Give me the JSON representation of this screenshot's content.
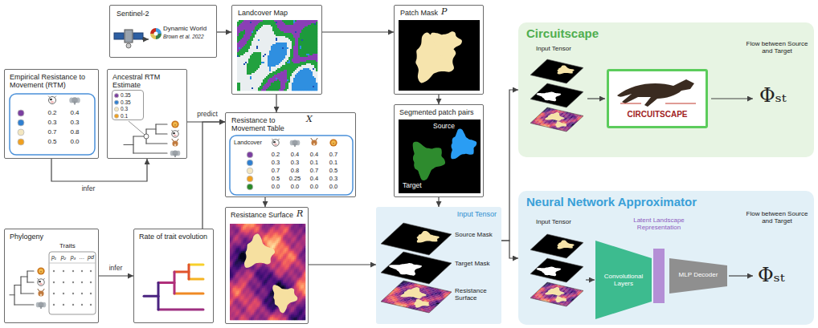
{
  "diagram": {
    "nodes": [
      {
        "text": [
          "Sentinel-2"
        ]
      },
      {
        "text": [
          "Dynamic World",
          "Brown et al. 2022"
        ],
        "in": 0
      },
      {
        "text": [
          "Landcover Map"
        ]
      },
      {
        "text": [
          "Patch Mask",
          "P"
        ]
      },
      {
        "text": [
          "Empirical Resistance to Movement (RTM)",
          "0.2",
          "0.4",
          "0.3",
          "0.3",
          "0.7",
          "0.8",
          "0.5",
          "0.0"
        ]
      },
      {
        "text": [
          "Ancestral RTM Estimate"
        ]
      },
      {
        "text": [
          "0.35",
          "0.35",
          "0.3",
          "0.1"
        ],
        "in": 5
      },
      {
        "text": [
          "Resistance to Movement Table",
          "X",
          "Landcover",
          "0.2",
          "0.4",
          "0.4",
          "0.7",
          "0.3",
          "0.3",
          "0.1",
          "0.1",
          "0.7",
          "0.8",
          "0.7",
          "0.5",
          "0.5",
          "0.25",
          "0.4",
          "0.3",
          "0.0",
          "0.0",
          "0.0",
          "0.0"
        ]
      },
      {
        "text": [
          "Segmented patch pairs",
          "Source",
          "Target"
        ]
      },
      {
        "text": [
          "Phylogeny",
          "Traits",
          "p₁",
          "p₂",
          "p₃",
          "…",
          "pd"
        ]
      },
      {
        "text": [
          "Rate of trait evolution"
        ]
      },
      {
        "text": [
          "Resistance Surface",
          "R"
        ]
      },
      {
        "text": [
          "Input Tensor",
          "Source Mask",
          "Target Mask",
          "Resistance Surface"
        ]
      },
      {
        "text": [
          "Circuitscape",
          "Input Tensor",
          "Flow between Source and Target",
          "Φₛₜ"
        ]
      },
      {
        "text": [
          "CIRCUITSCAPE"
        ],
        "in": 13
      },
      {
        "text": [
          "Neural Network Approximator",
          "Input Tensor",
          "Flow between Source and Target",
          "Φₛₜ"
        ]
      },
      {
        "text": [
          "Latent Landscape Representation"
        ],
        "in": 15
      },
      {
        "text": [
          "Convolutional Layers"
        ],
        "in": 15
      },
      {
        "text": [
          "MLP Decoder"
        ],
        "in": 15
      }
    ],
    "edges": [
      {
        "from": 0,
        "to": 2,
        "arrow": "to"
      },
      {
        "from": 2,
        "to": 3,
        "arrow": "to"
      },
      {
        "from": 2,
        "to": 7,
        "arrow": "to"
      },
      {
        "from": 3,
        "to": 8,
        "arrow": "to"
      },
      {
        "from": 4,
        "to": 5,
        "label": "infer",
        "arrow": "to"
      },
      {
        "from": 5,
        "to": 7,
        "label": "predict",
        "arrow": "to"
      },
      {
        "from": 10,
        "to": 7,
        "arrow": "to"
      },
      {
        "from": 9,
        "to": 10,
        "label": "infer",
        "arrow": "to"
      },
      {
        "from": 7,
        "to": 11,
        "arrow": "to"
      },
      {
        "from": 8,
        "to": 12,
        "arrow": "to"
      },
      {
        "from": 11,
        "to": 12,
        "arrow": "to"
      },
      {
        "from": 12,
        "to": 13,
        "arrow": "to"
      },
      {
        "from": 12,
        "to": 15,
        "arrow": "to"
      }
    ]
  }
}
